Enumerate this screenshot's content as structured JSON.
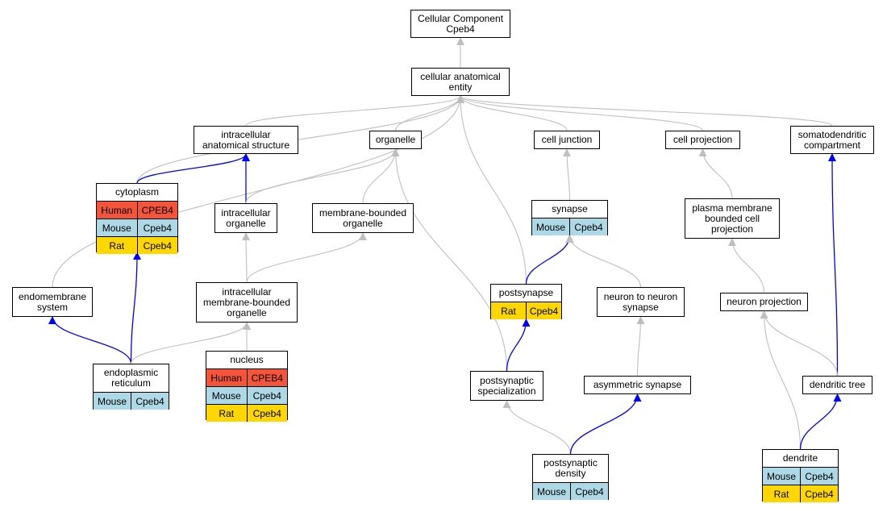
{
  "colors": {
    "gray_edge": "#bfbfbf",
    "blue_edge": "#0000ff",
    "Human": "#f4553a",
    "Mouse": "#add8e6",
    "Rat": "#ffd700"
  },
  "nodes": [
    {
      "id": "root",
      "lines": [
        "Cellular Component",
        "Cpeb4"
      ],
      "rows": []
    },
    {
      "id": "cae",
      "lines": [
        "cellular anatomical",
        "entity"
      ],
      "rows": []
    },
    {
      "id": "ias",
      "lines": [
        "intracellular",
        "anatomical structure"
      ],
      "rows": []
    },
    {
      "id": "organelle",
      "lines": [
        "organelle"
      ],
      "rows": []
    },
    {
      "id": "celljunction",
      "lines": [
        "cell junction"
      ],
      "rows": []
    },
    {
      "id": "cellprojection",
      "lines": [
        "cell projection"
      ],
      "rows": []
    },
    {
      "id": "somato",
      "lines": [
        "somatodendritic",
        "compartment"
      ],
      "rows": []
    },
    {
      "id": "cytoplasm",
      "lines": [
        "cytoplasm"
      ],
      "rows": [
        [
          "Human",
          "CPEB4"
        ],
        [
          "Mouse",
          "Cpeb4"
        ],
        [
          "Rat",
          "Cpeb4"
        ]
      ]
    },
    {
      "id": "icorg",
      "lines": [
        "intracellular",
        "organelle"
      ],
      "rows": []
    },
    {
      "id": "mborg",
      "lines": [
        "membrane-bounded",
        "organelle"
      ],
      "rows": []
    },
    {
      "id": "synapse",
      "lines": [
        "synapse"
      ],
      "rows": [
        [
          "Mouse",
          "Cpeb4"
        ]
      ]
    },
    {
      "id": "pmbcp",
      "lines": [
        "plasma membrane",
        "bounded cell",
        "projection"
      ],
      "rows": []
    },
    {
      "id": "endomem",
      "lines": [
        "endomembrane",
        "system"
      ],
      "rows": []
    },
    {
      "id": "icmbo",
      "lines": [
        "intracellular",
        "membrane-bounded",
        "organelle"
      ],
      "rows": []
    },
    {
      "id": "postsynapse",
      "lines": [
        "postsynapse"
      ],
      "rows": [
        [
          "Rat",
          "Cpeb4"
        ]
      ]
    },
    {
      "id": "n2n",
      "lines": [
        "neuron to neuron",
        "synapse"
      ],
      "rows": []
    },
    {
      "id": "neuronproj",
      "lines": [
        "neuron projection"
      ],
      "rows": []
    },
    {
      "id": "er",
      "lines": [
        "endoplasmic",
        "reticulum"
      ],
      "rows": [
        [
          "Mouse",
          "Cpeb4"
        ]
      ]
    },
    {
      "id": "nucleus",
      "lines": [
        "nucleus"
      ],
      "rows": [
        [
          "Human",
          "CPEB4"
        ],
        [
          "Mouse",
          "Cpeb4"
        ],
        [
          "Rat",
          "Cpeb4"
        ]
      ]
    },
    {
      "id": "pss",
      "lines": [
        "postsynaptic",
        "specialization"
      ],
      "rows": []
    },
    {
      "id": "asym",
      "lines": [
        "asymmetric synapse"
      ],
      "rows": []
    },
    {
      "id": "dtree",
      "lines": [
        "dendritic tree"
      ],
      "rows": []
    },
    {
      "id": "psd",
      "lines": [
        "postsynaptic",
        "density"
      ],
      "rows": [
        [
          "Mouse",
          "Cpeb4"
        ]
      ]
    },
    {
      "id": "dendrite",
      "lines": [
        "dendrite"
      ],
      "rows": [
        [
          "Mouse",
          "Cpeb4"
        ],
        [
          "Rat",
          "Cpeb4"
        ]
      ]
    }
  ],
  "edges": [
    {
      "from": "cae",
      "to": "root",
      "color": "gray"
    },
    {
      "from": "ias",
      "to": "cae",
      "color": "gray"
    },
    {
      "from": "organelle",
      "to": "cae",
      "color": "gray"
    },
    {
      "from": "celljunction",
      "to": "cae",
      "color": "gray"
    },
    {
      "from": "cellprojection",
      "to": "cae",
      "color": "gray"
    },
    {
      "from": "somato",
      "to": "cae",
      "color": "gray"
    },
    {
      "from": "cytoplasm",
      "to": "cae",
      "color": "gray"
    },
    {
      "from": "endomem",
      "to": "cae",
      "color": "gray"
    },
    {
      "from": "postsynapse",
      "to": "cae",
      "color": "gray"
    },
    {
      "from": "cytoplasm",
      "to": "ias",
      "color": "blue"
    },
    {
      "from": "icorg",
      "to": "ias",
      "color": "blue"
    },
    {
      "from": "icorg",
      "to": "organelle",
      "color": "gray"
    },
    {
      "from": "mborg",
      "to": "organelle",
      "color": "gray"
    },
    {
      "from": "pss",
      "to": "organelle",
      "color": "gray"
    },
    {
      "from": "synapse",
      "to": "celljunction",
      "color": "gray"
    },
    {
      "from": "pmbcp",
      "to": "cellprojection",
      "color": "gray"
    },
    {
      "from": "dtree",
      "to": "somato",
      "color": "blue"
    },
    {
      "from": "icmbo",
      "to": "icorg",
      "color": "gray"
    },
    {
      "from": "icmbo",
      "to": "mborg",
      "color": "gray"
    },
    {
      "from": "postsynapse",
      "to": "synapse",
      "color": "blue"
    },
    {
      "from": "n2n",
      "to": "synapse",
      "color": "gray"
    },
    {
      "from": "neuronproj",
      "to": "pmbcp",
      "color": "gray"
    },
    {
      "from": "er",
      "to": "endomem",
      "color": "blue"
    },
    {
      "from": "er",
      "to": "cytoplasm",
      "color": "blue"
    },
    {
      "from": "er",
      "to": "icmbo",
      "color": "gray"
    },
    {
      "from": "nucleus",
      "to": "icmbo",
      "color": "gray"
    },
    {
      "from": "pss",
      "to": "postsynapse",
      "color": "blue"
    },
    {
      "from": "asym",
      "to": "n2n",
      "color": "gray"
    },
    {
      "from": "dtree",
      "to": "neuronproj",
      "color": "gray"
    },
    {
      "from": "dendrite",
      "to": "neuronproj",
      "color": "gray"
    },
    {
      "from": "psd",
      "to": "pss",
      "color": "gray"
    },
    {
      "from": "psd",
      "to": "asym",
      "color": "blue"
    },
    {
      "from": "dendrite",
      "to": "dtree",
      "color": "blue"
    }
  ]
}
